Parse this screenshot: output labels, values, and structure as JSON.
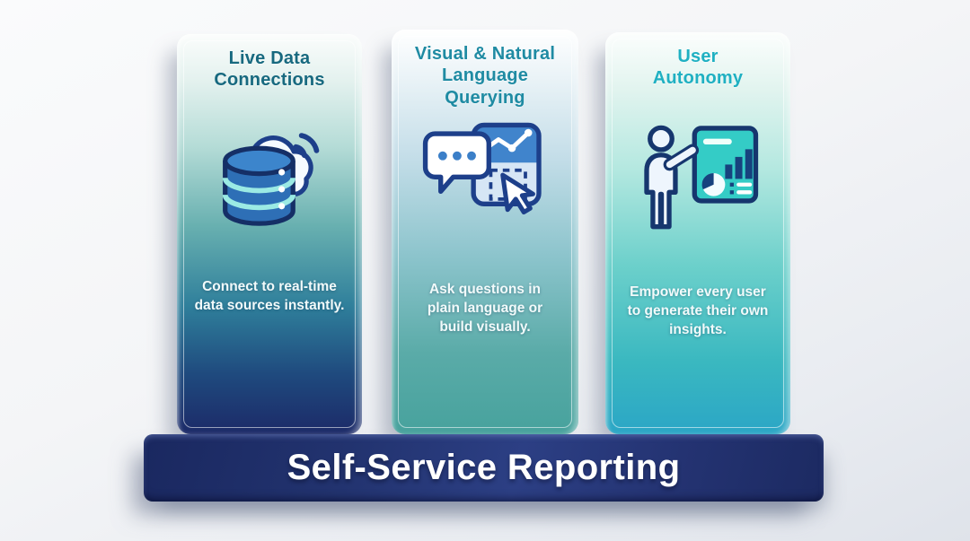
{
  "page": {
    "background_color": "#f4f5f7"
  },
  "banner": {
    "label": "Self-Service Reporting",
    "color": "#22336f",
    "text_color": "#ffffff"
  },
  "cards": [
    {
      "id": "live-data-connections",
      "title": "Live Data\nConnections",
      "title_color": "#17697f",
      "description": "Connect to real-time\ndata sources instantly.",
      "icon": "database-cloud-icon",
      "gradient_top": "#fbfdfc",
      "gradient_bottom": "#1c2a68"
    },
    {
      "id": "visual-natural-language-querying",
      "title": "Visual & Natural\nLanguage\nQuerying",
      "title_color": "#1f8ba3",
      "description": "Ask questions in\nplain language or\nbuild visually.",
      "icon": "chat-chart-cursor-icon",
      "gradient_top": "#ffffff",
      "gradient_bottom": "#47a29d"
    },
    {
      "id": "user-autonomy",
      "title": "User\nAutonomy",
      "title_color": "#1fb0c2",
      "description": "Empower every user\nto generate their own\ninsights.",
      "icon": "presenter-dashboard-icon",
      "gradient_top": "#fcfefd",
      "gradient_bottom": "#2ba6c6"
    }
  ]
}
